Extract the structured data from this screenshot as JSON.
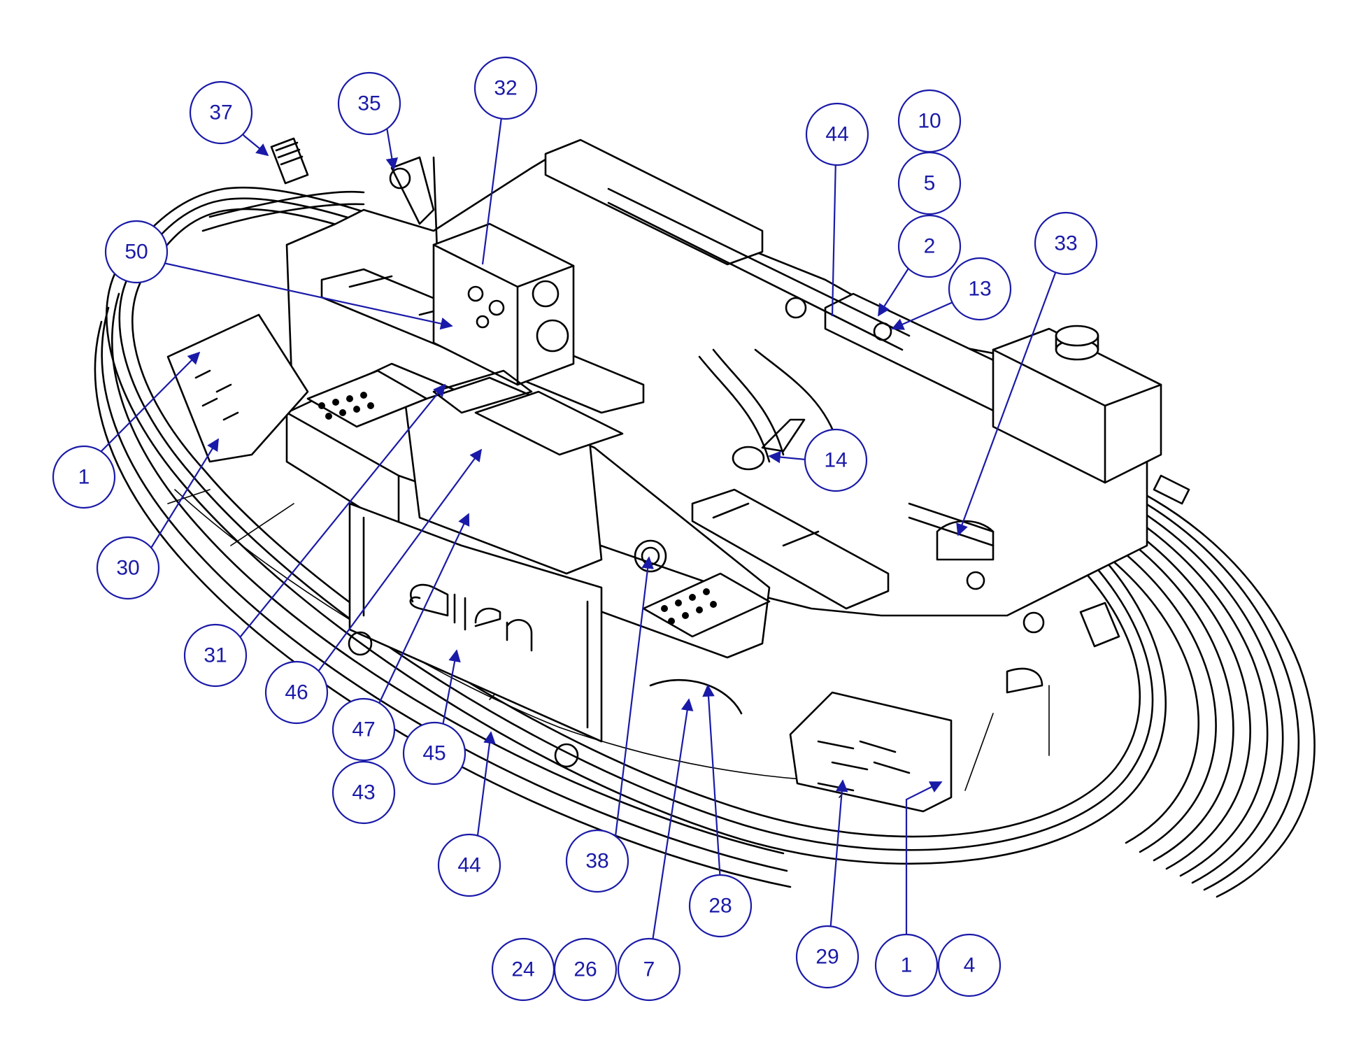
{
  "callouts": [
    {
      "label": "37"
    },
    {
      "label": "35"
    },
    {
      "label": "32"
    },
    {
      "label": "44"
    },
    {
      "label": "10"
    },
    {
      "label": "5"
    },
    {
      "label": "2"
    },
    {
      "label": "13"
    },
    {
      "label": "33"
    },
    {
      "label": "50"
    },
    {
      "label": "14"
    },
    {
      "label": "1"
    },
    {
      "label": "30"
    },
    {
      "label": "31"
    },
    {
      "label": "46"
    },
    {
      "label": "47"
    },
    {
      "label": "43"
    },
    {
      "label": "45"
    },
    {
      "label": "44"
    },
    {
      "label": "38"
    },
    {
      "label": "28"
    },
    {
      "label": "7"
    },
    {
      "label": "26"
    },
    {
      "label": "24"
    },
    {
      "label": "29"
    },
    {
      "label": "1"
    },
    {
      "label": "4"
    }
  ]
}
